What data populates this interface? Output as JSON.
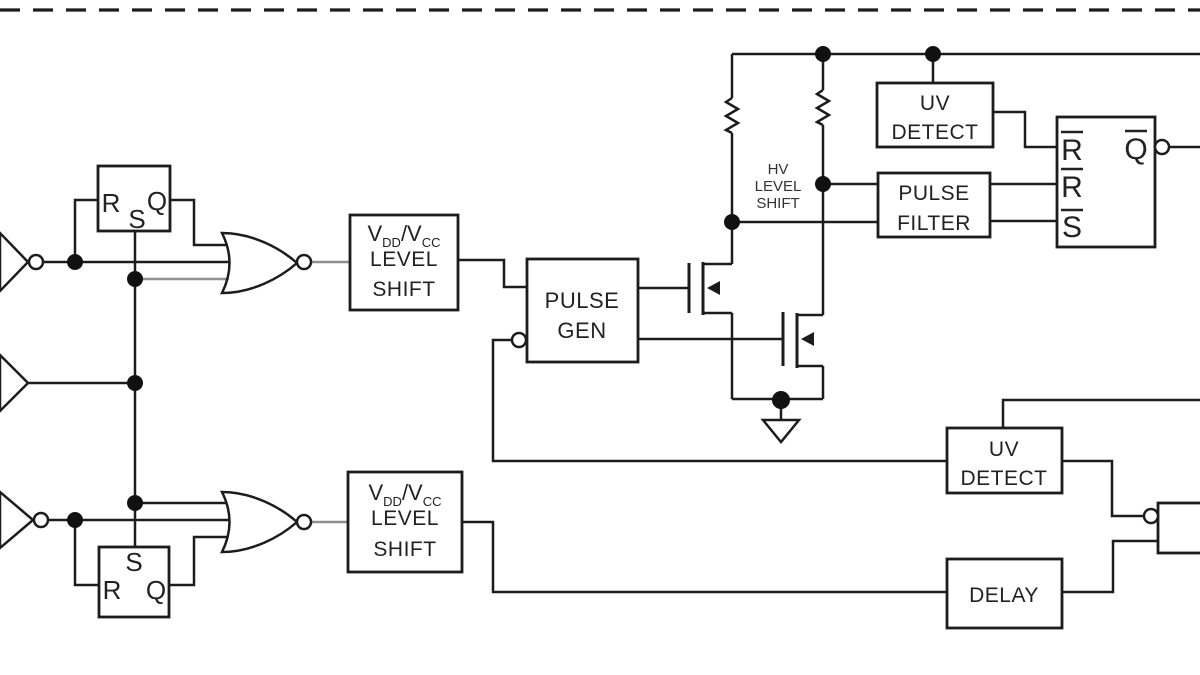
{
  "colors": {
    "background": "#ffffff",
    "line": "#1c1c1c",
    "gray_wire": "#8f8f8f",
    "text": "#222222"
  },
  "boundary": {
    "style": "dashed-top-border"
  },
  "input_stage": {
    "latch1": {
      "r": "R",
      "s": "S",
      "q": "Q"
    },
    "latch2": {
      "s": "S",
      "r": "R",
      "q": "Q"
    }
  },
  "level_shift_high": {
    "v1": "V",
    "v1_sub": "DD",
    "v2": "/V",
    "v2_sub": "CC",
    "line2": "LEVEL",
    "line3": "SHIFT"
  },
  "level_shift_low": {
    "v1": "V",
    "v1_sub": "DD",
    "v2": "/V",
    "v2_sub": "CC",
    "line2": "LEVEL",
    "line3": "SHIFT"
  },
  "pulse_gen": {
    "line1": "PULSE",
    "line2": "GEN"
  },
  "hv_level_shift": {
    "line1": "HV",
    "line2": "LEVEL",
    "line3": "SHIFT"
  },
  "uv_detect_high": {
    "line1": "UV",
    "line2": "DETECT"
  },
  "pulse_filter": {
    "line1": "PULSE",
    "line2": "FILTER"
  },
  "set_reset_latch": {
    "in1": "R",
    "in2": "R",
    "in3": "S",
    "out": "Q"
  },
  "uv_detect_low": {
    "line1": "UV",
    "line2": "DETECT"
  },
  "delay": {
    "label": "DELAY"
  }
}
